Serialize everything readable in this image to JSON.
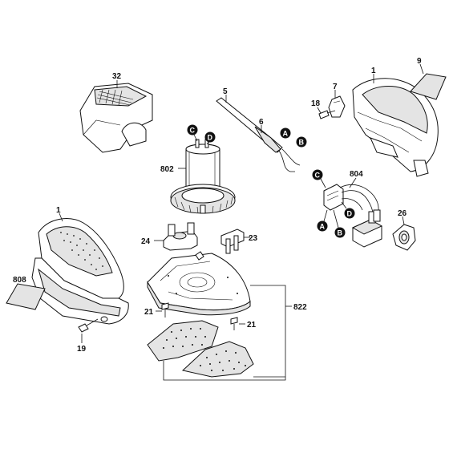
{
  "parts": {
    "p32": "32",
    "p5": "5",
    "p6": "6",
    "p7": "7",
    "p18": "18",
    "p1_top": "1",
    "p9": "9",
    "p802": "802",
    "p804": "804",
    "p26": "26",
    "p1_left": "1",
    "p24": "24",
    "p23": "23",
    "p808": "808",
    "p21_left": "21",
    "p21_right": "21",
    "p822": "822",
    "p19": "19"
  },
  "connectors": {
    "c_motor": "C",
    "d_motor": "D",
    "a_cable": "A",
    "b_cable": "B",
    "c_switch": "C",
    "d_switch": "D",
    "a_switch": "A",
    "b_switch": "B"
  },
  "colors": {
    "line": "#111111",
    "badge": "#111111",
    "shade": "#e4e4e4"
  }
}
